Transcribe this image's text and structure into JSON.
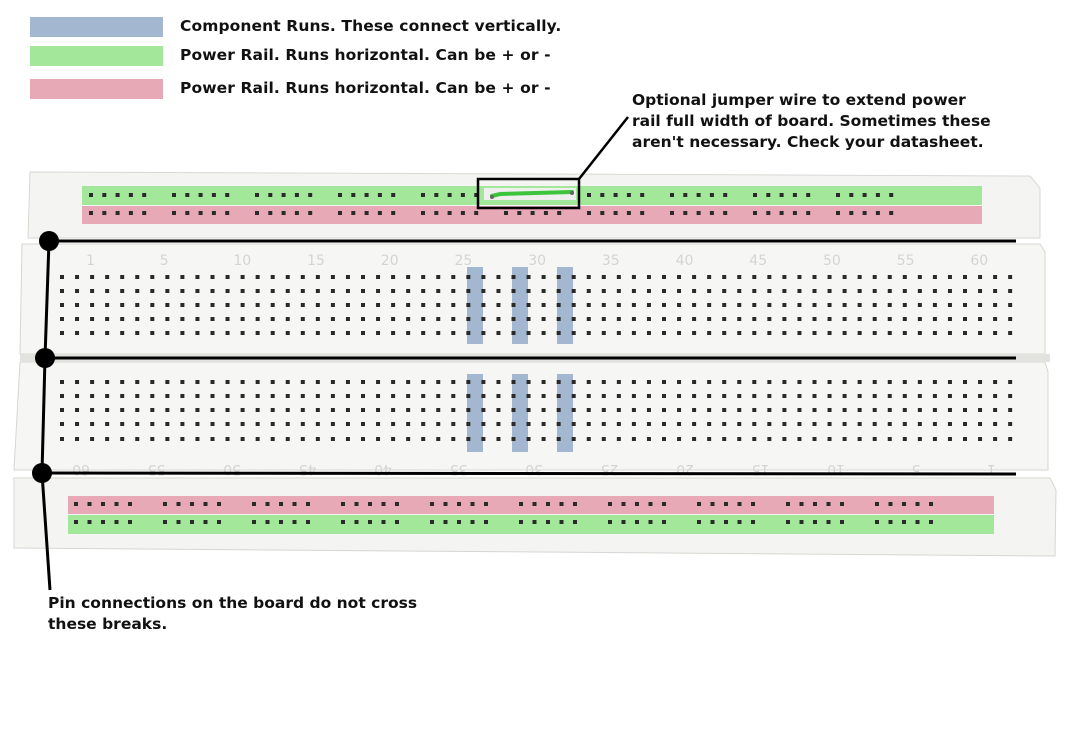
{
  "legend": {
    "items": [
      {
        "label": "Component Runs.  These connect vertically.",
        "color": "#a4b7d0"
      },
      {
        "label": "Power Rail. Runs horizontal.  Can be + or -",
        "color": "#a3e89a"
      },
      {
        "label": "Power Rail. Runs horizontal.  Can be + or -",
        "color": "#e8a9b6"
      }
    ]
  },
  "annotations": {
    "jumper_note": "Optional jumper wire to extend power rail full width of board.  Sometimes these aren't necessary.  Check your datasheet.",
    "breaks_note": "Pin connections on the board do not cross these breaks."
  },
  "board": {
    "top_numbers": [
      "1",
      "5",
      "10",
      "15",
      "20",
      "25",
      "30",
      "35",
      "40",
      "45",
      "50",
      "55",
      "60"
    ],
    "bottom_numbers": [
      "60",
      "55",
      "50",
      "45",
      "40",
      "35",
      "30",
      "25",
      "20",
      "15",
      "10",
      "5",
      "1"
    ],
    "colors": {
      "component_run": "#a4b7d0",
      "rail_green": "#a3e89a",
      "rail_red": "#e8a9b6",
      "jumper_wire": "#3cc43c"
    }
  }
}
